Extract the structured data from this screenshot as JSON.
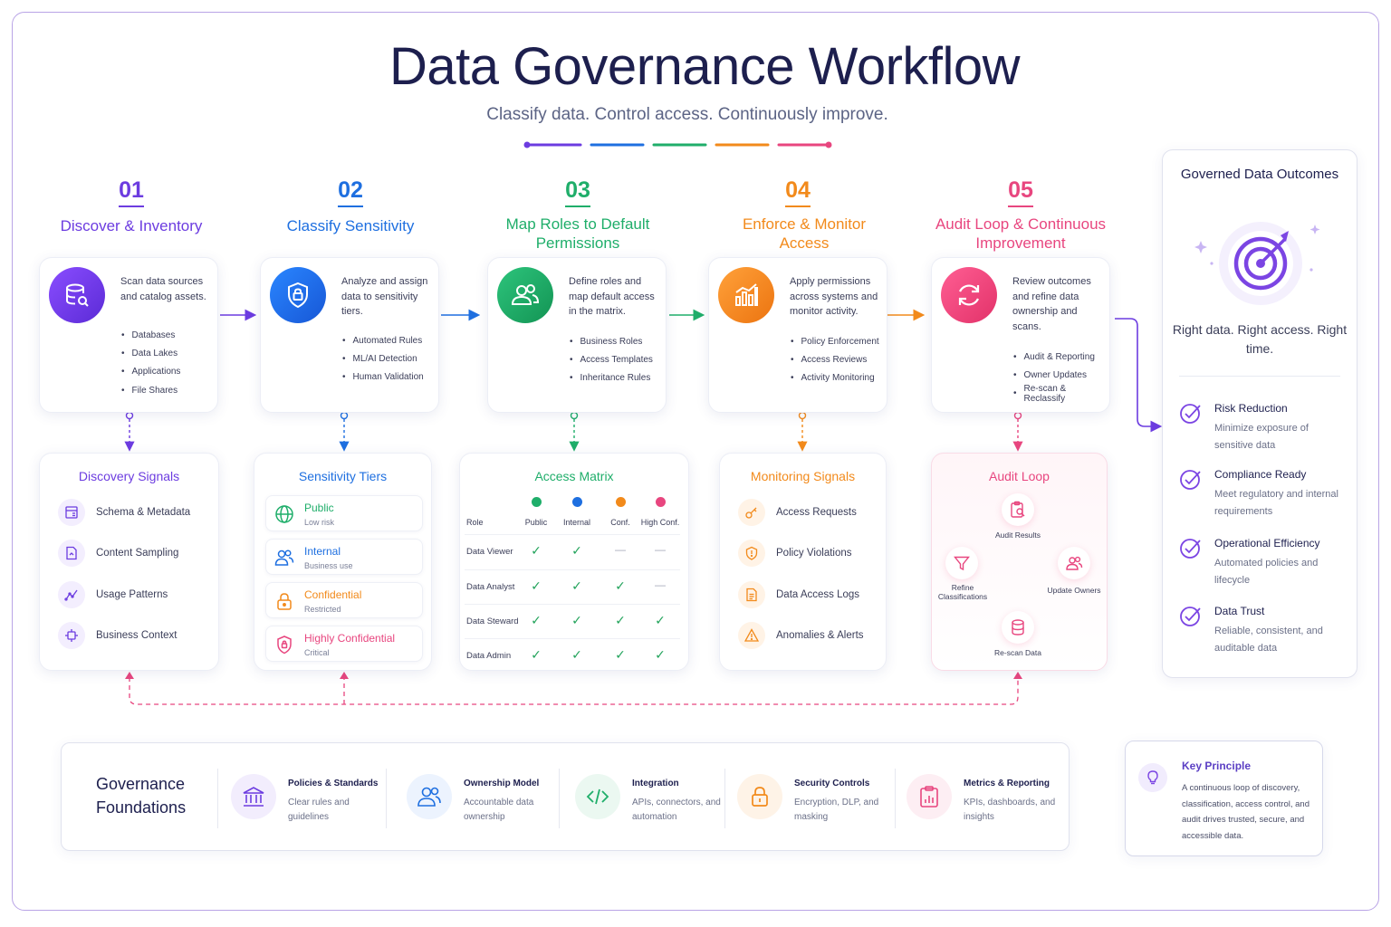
{
  "header": {
    "title": "Data Governance Workflow",
    "subtitle": "Classify data. Control access. Continuously improve."
  },
  "colors": {
    "purple": "#6c3ce0",
    "blue": "#1e6fe0",
    "green": "#1fae6a",
    "orange": "#f28a1b",
    "pink": "#e8467f"
  },
  "steps": [
    {
      "num": "01",
      "title": "Discover & Inventory",
      "icon": "database-search-icon",
      "desc": "Scan data sources and catalog assets.",
      "items": [
        "Databases",
        "Data Lakes",
        "Applications",
        "File Shares"
      ]
    },
    {
      "num": "02",
      "title": "Classify Sensitivity",
      "icon": "shield-lock-icon",
      "desc": "Analyze and assign data to sensitivity tiers.",
      "items": [
        "Automated Rules",
        "ML/AI Detection",
        "Human Validation"
      ]
    },
    {
      "num": "03",
      "title": "Map Roles to Default Permissions",
      "icon": "users-icon",
      "desc": "Define roles and map default access in the matrix.",
      "items": [
        "Business Roles",
        "Access Templates",
        "Inheritance Rules"
      ]
    },
    {
      "num": "04",
      "title": "Enforce & Monitor Access",
      "icon": "bar-chart-icon",
      "desc": "Apply permissions across systems and monitor activity.",
      "items": [
        "Policy Enforcement",
        "Access Reviews",
        "Activity Monitoring"
      ]
    },
    {
      "num": "05",
      "title": "Audit Loop & Continuous Improvement",
      "icon": "refresh-icon",
      "desc": "Review outcomes and refine data ownership and scans.",
      "items": [
        "Audit & Reporting",
        "Owner Updates",
        "Re-scan & Reclassify"
      ]
    }
  ],
  "discovery": {
    "title": "Discovery Signals",
    "items": [
      {
        "label": "Schema & Metadata",
        "icon": "schema-icon"
      },
      {
        "label": "Content Sampling",
        "icon": "document-icon"
      },
      {
        "label": "Usage Patterns",
        "icon": "trend-icon"
      },
      {
        "label": "Business Context",
        "icon": "network-icon"
      }
    ]
  },
  "tiers": {
    "title": "Sensitivity Tiers",
    "items": [
      {
        "name": "Public",
        "sub": "Low risk",
        "icon": "globe-icon",
        "color": "#1fae6a"
      },
      {
        "name": "Internal",
        "sub": "Business use",
        "icon": "users-icon",
        "color": "#1e6fe0"
      },
      {
        "name": "Confidential",
        "sub": "Restricted",
        "icon": "lock-icon",
        "color": "#f28a1b"
      },
      {
        "name": "Highly Confidential",
        "sub": "Critical",
        "icon": "shield-icon",
        "color": "#e8467f"
      }
    ]
  },
  "matrix": {
    "title": "Access Matrix",
    "role_header": "Role",
    "columns": [
      {
        "label": "Public",
        "color": "#1fae6a"
      },
      {
        "label": "Internal",
        "color": "#1e6fe0"
      },
      {
        "label": "Conf.",
        "color": "#f28a1b"
      },
      {
        "label": "High Conf.",
        "color": "#e8467f"
      }
    ],
    "rows": [
      {
        "role": "Data Viewer",
        "access": [
          true,
          true,
          false,
          false
        ]
      },
      {
        "role": "Data Analyst",
        "access": [
          true,
          true,
          true,
          false
        ]
      },
      {
        "role": "Data Steward",
        "access": [
          true,
          true,
          true,
          true
        ]
      },
      {
        "role": "Data Admin",
        "access": [
          true,
          true,
          true,
          true
        ]
      }
    ]
  },
  "monitoring": {
    "title": "Monitoring Signals",
    "items": [
      {
        "label": "Access Requests",
        "icon": "key-icon"
      },
      {
        "label": "Policy Violations",
        "icon": "shield-alert-icon"
      },
      {
        "label": "Data Access Logs",
        "icon": "log-icon"
      },
      {
        "label": "Anomalies & Alerts",
        "icon": "warning-icon"
      }
    ]
  },
  "audit": {
    "title": "Audit Loop",
    "nodes": {
      "results": "Audit Results",
      "owners": "Update Owners",
      "rescan": "Re-scan Data",
      "refine": "Refine Classifications"
    }
  },
  "outcomes": {
    "title": "Governed Data Outcomes",
    "tagline": "Right data. Right access. Right time.",
    "icon": "target-icon",
    "items": [
      {
        "title": "Risk Reduction",
        "desc": "Minimize exposure of sensitive data"
      },
      {
        "title": "Compliance Ready",
        "desc": "Meet regulatory and internal requirements"
      },
      {
        "title": "Operational Efficiency",
        "desc": "Automated policies and lifecycle"
      },
      {
        "title": "Data Trust",
        "desc": "Reliable, consistent, and auditable data"
      }
    ]
  },
  "foundations": {
    "title": "Governance Foundations",
    "items": [
      {
        "name": "Policies & Standards",
        "desc": "Clear rules and guidelines",
        "icon": "bank-icon",
        "color": "#6c3ce0"
      },
      {
        "name": "Ownership Model",
        "desc": "Accountable data ownership",
        "icon": "users-icon",
        "color": "#1e6fe0"
      },
      {
        "name": "Integration",
        "desc": "APIs, connectors, and automation",
        "icon": "code-icon",
        "color": "#1fae6a"
      },
      {
        "name": "Security Controls",
        "desc": "Encryption, DLP, and masking",
        "icon": "lock-icon",
        "color": "#f28a1b"
      },
      {
        "name": "Metrics & Reporting",
        "desc": "KPIs, dashboards, and insights",
        "icon": "report-icon",
        "color": "#e8467f"
      }
    ]
  },
  "principle": {
    "title": "Key Principle",
    "text": "A continuous loop of discovery, classification, access control, and audit drives trusted, secure, and accessible data.",
    "icon": "lightbulb-icon"
  }
}
